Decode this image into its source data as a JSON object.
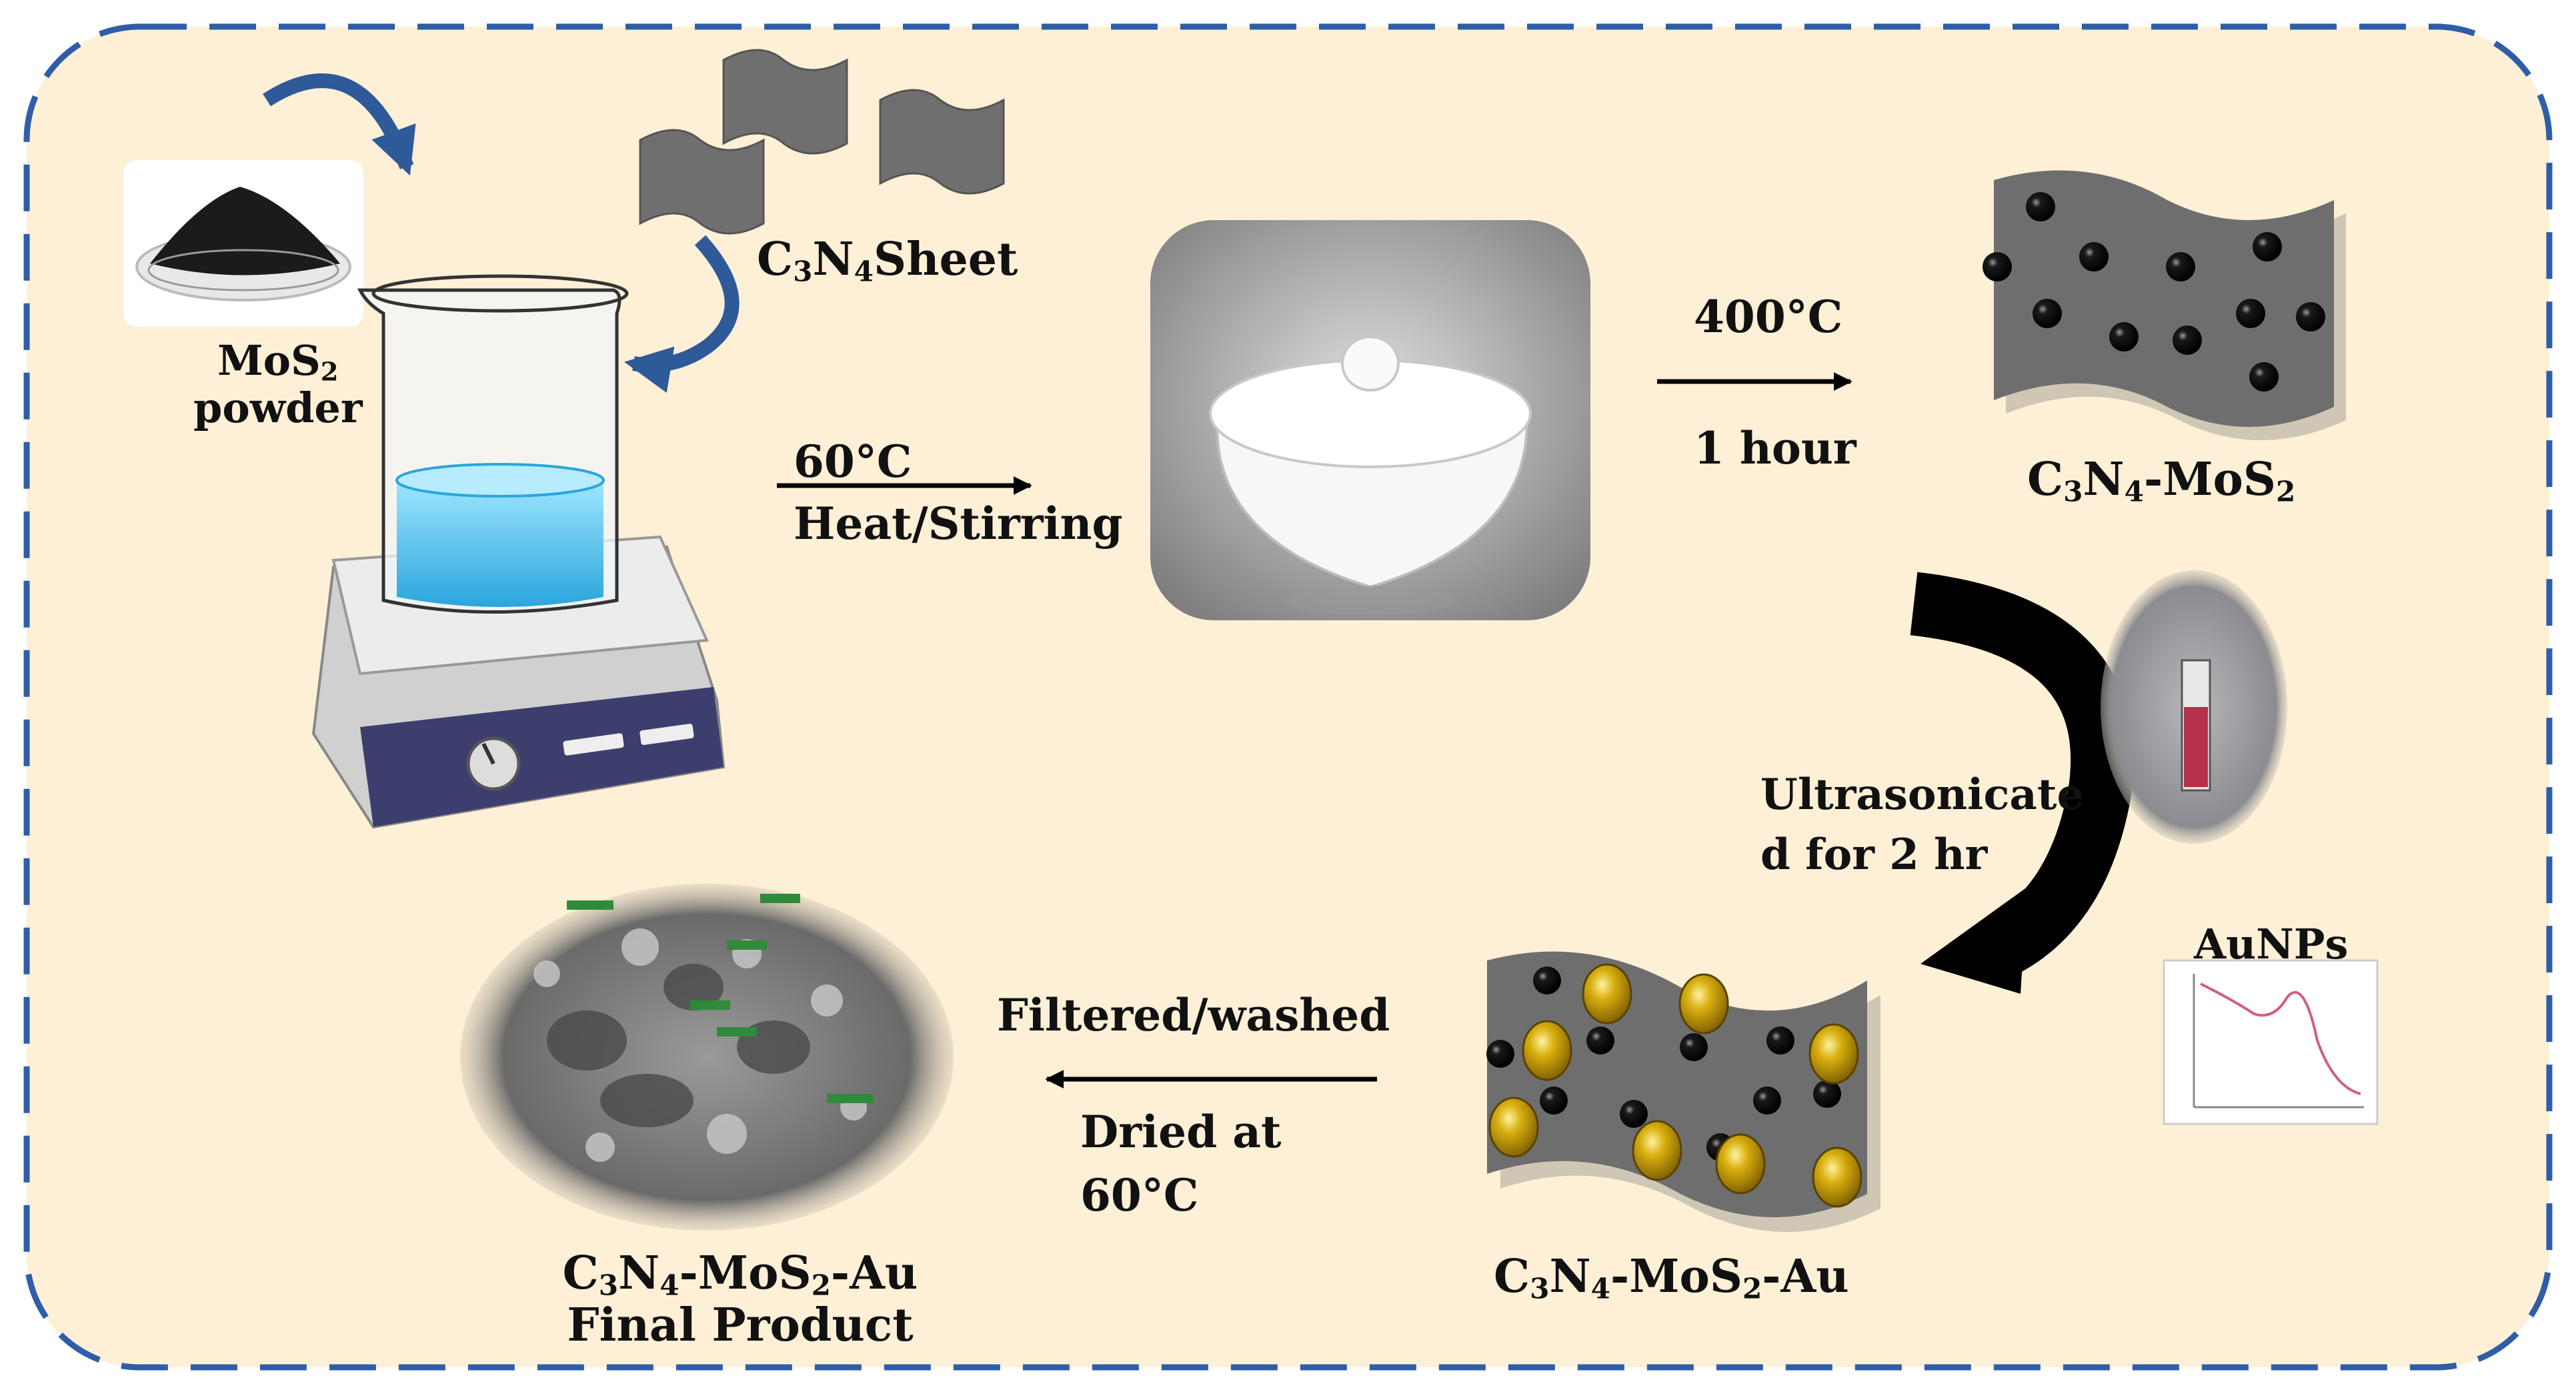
{
  "colors": {
    "background": "#fdf0d6",
    "border": "#2f5ea8",
    "curved_arrow": "#2e5a9a",
    "sheet": "#6f6f6f",
    "black_dot": "#0d0d0d",
    "gold_dot": "#c9a20a",
    "beaker_liquid": "#5cc8ee",
    "text": "#111111"
  },
  "labels": {
    "mos2_powder": {
      "line1": "MoS",
      "sub": "2",
      "line2": "powder"
    },
    "c3n4_sheet": {
      "p1": "C",
      "s1": "3",
      "p2": "N",
      "s2": "4",
      "p3": "Sheet"
    },
    "step1_temp": "60°C",
    "step1_action": "Heat/Stirring",
    "step2_temp": "400°C",
    "step2_time": "1 hour",
    "c3n4_mos2": {
      "p1": "C",
      "s1": "3",
      "p2": "N",
      "s2": "4",
      "p3": "-MoS",
      "s3": "2"
    },
    "ultrasonicate_1": "Ultrasonicate",
    "ultrasonicate_2": "d for 2 hr",
    "aunps": "AuNPs",
    "c3n4_mos2_au": {
      "p1": "C",
      "s1": "3",
      "p2": "N",
      "s2": "4",
      "p3": "-MoS",
      "s3": "2",
      "p4": "-Au"
    },
    "filtered": "Filtered/washed",
    "dried_1": "Dried at",
    "dried_2": "60°C",
    "final_name": {
      "p1": "C",
      "s1": "3",
      "p2": "N",
      "s2": "4",
      "p3": "-MoS",
      "s3": "2",
      "p4": "-Au"
    },
    "final_product": "Final Product"
  }
}
